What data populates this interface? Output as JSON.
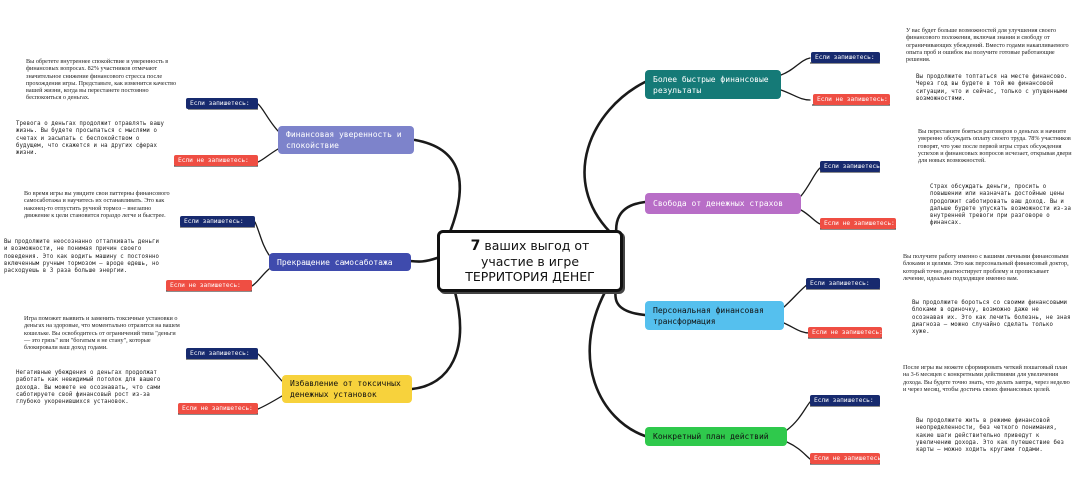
{
  "center": {
    "line1_num": "7",
    "line1_rest": "ваших выгод от",
    "line2": "участие в игре",
    "line3": "ТЕРРИТОРИЯ ДЕНЕГ"
  },
  "labels": {
    "if_invest": "Если запишетесь:",
    "if_not": "Если не запишетесь:"
  },
  "colors": {
    "teal": "#157a77",
    "purple": "#b86ec7",
    "sky": "#55c0ee",
    "green": "#2fc94c",
    "periwinkle": "#7d83cb",
    "indigo": "#3f4bad",
    "yellow": "#f7d23c",
    "tag_yes": "#172a6e",
    "tag_no": "#ef4e43"
  },
  "right": [
    {
      "title": "Более быстрые финансовые результаты",
      "yes": "У вас будет больше возможностей для улучшения своего финансового положения, включая знания и свободу от ограничивающих убеждений. Вместо годами накапливаемого опыта проб и ошибок вы получите готовые работающие решения.",
      "no": "Вы продолжите топтаться на месте финансово. Через год вы будете в той же финансовой ситуации, что и сейчас, только с упущенными возможностями."
    },
    {
      "title": "Свобода от денежных страхов",
      "yes": "Вы перестаните бояться разговоров о деньгах и начните уверенно обсуждать оплату своего труда. 78% участников говорят, что уже после первой игры страх обсуждения успехов и финансовых вопросов исчезает, открывая двери для новых возможностей.",
      "no": "Страх обсуждать деньги, просить о повышении или назначать достойные цены продолжит саботировать ваш доход. Вы и дальше будете упускать возможности из-за внутренней тревоги при разговоре о финансах."
    },
    {
      "title": "Персональная финансовая трансформация",
      "yes": "Вы получите работу именно с вашими личными финансовыми блоками и целями. Это как персональный финансовый доктор, который точно диагностирует проблему и прописывает лечение, идеально подходящее именно вам.",
      "no": "Вы продолжите бороться со своими финансовыми блоками в одиночку, возможно даже не осознавая их. Это как лечить болезнь, не зная диагноза – можно случайно сделать только хуже."
    },
    {
      "title": "Конкретный план действий",
      "yes": "После игры вы можете сформировать четкий пошаговый план на 3-6 месяцев с конкретными действиями для увеличения дохода. Вы будете точно знать, что делать завтра, через неделю и через месяц, чтобы достичь своих финансовых целей.",
      "no": "Вы продолжите жить в режиме финансовой неопределенности, без четкого понимания, какие шаги действительно приведут к увеличению дохода. Это как путешествие без карты – можно ходить кругами годами."
    }
  ],
  "left": [
    {
      "title": "Финансовая уверенность и спокойствие",
      "yes": "Вы обретете внутреннее спокойствие и уверенность в финансовых вопросах. 82% участников отмечают значительное снижение финансового стресса после прохождения игры. Представьте, как изменится качество вашей жизни, когда вы перестанете постоянно беспокоиться о деньгах.",
      "no": "Тревога о деньгах продолжит отравлять вашу жизнь. Вы будете просыпаться с мыслями о счетах и засыпать с беспокойством о будущем, что скажется и на других сферах жизни."
    },
    {
      "title": "Прекращение самосаботажа",
      "yes": "Во время игры вы увидите свои паттерны финансового самосаботажа и научитесь их останавливать. Это как наконец-то отпустить ручной тормоз – внезапно движение к цели становится гораздо легче и быстрее.",
      "no": "Вы продолжите неосознанно отталкивать деньги и возможности, не понимая причин своего поведения. Это как водить машину с постоянно включенным ручным тормозом – вроде едешь, но расходуешь в 3 раза больше энергии."
    },
    {
      "title": "Избавление от токсичных денежных установок",
      "yes": "Игра поможет выявить и заменить токсичные установки о деньгах на здоровые, что моментально отразится на вашем кошельке. Вы освободитесь от ограничений типа \"деньги — это грязь\" или \"богатым я не стану\", которые блокировали ваш доход годами.",
      "no": "Негативные убеждения о деньгах продолжат работать как невидимый потолок для вашего дохода. Вы можете не осознавать, что сами саботируете свой финансовый рост из-за глубоко укоренившихся установок."
    }
  ]
}
